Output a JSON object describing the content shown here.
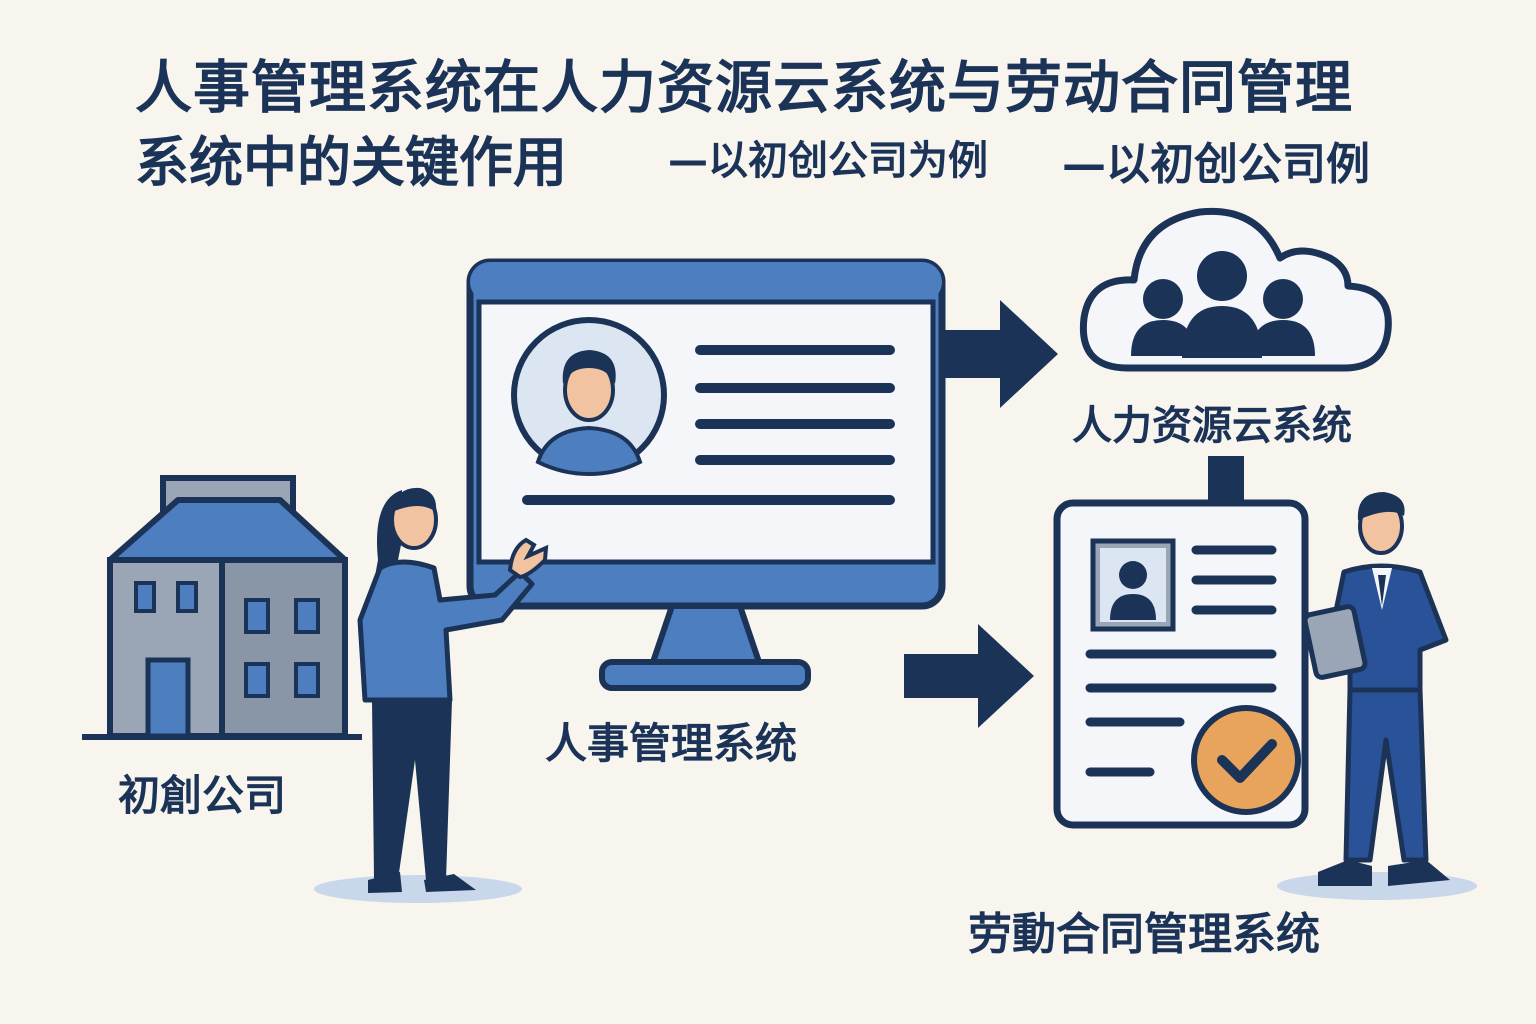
{
  "title": {
    "line1": "人事管理系统在人力资源云系统与劳动合同管理",
    "line2_main": "系统中的关键作用",
    "line2_sub": "—以初创公司为例",
    "line2_dup": "—以初创公司例"
  },
  "labels": {
    "startup": "初創公司",
    "hr_system": "人事管理系统",
    "hr_cloud": "人力资源云系统",
    "contract_system": "劳動合同管理系统"
  },
  "colors": {
    "navy": "#1c3358",
    "blue": "#4d7ec0",
    "light_blue": "#dce6f2",
    "gray_building": "#9aa6b6",
    "orange": "#e8a45d",
    "skin": "#f2c3a0",
    "background": "#f8f5ef"
  }
}
